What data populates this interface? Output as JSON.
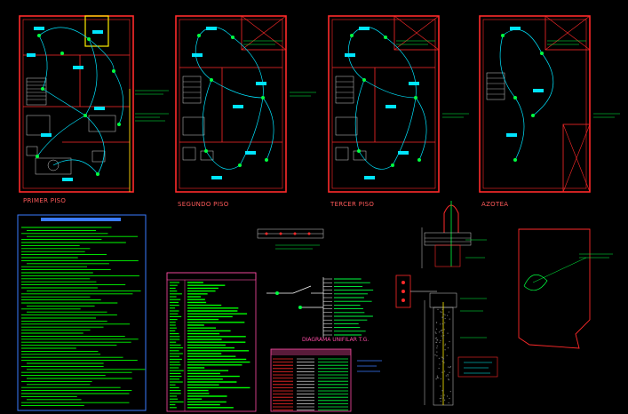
{
  "drawing": {
    "floor_plans": [
      {
        "label": "PRIMER PISO"
      },
      {
        "label": "SEGUNDO PISO"
      },
      {
        "label": "TERCER PISO"
      },
      {
        "label": "AZOTEA"
      }
    ],
    "detail_title": "DIAGRAMA UNIFILAR T.G."
  },
  "colors": {
    "background": "#000000",
    "walls": "#ff2a2a",
    "circuits": "#00e5ff",
    "fixtures": "#00ff40",
    "notes_text": "#00ff00",
    "titles": "#ff4da6",
    "notes_panel_border": "#3a7bff",
    "hatch": "#d0d0d0"
  }
}
